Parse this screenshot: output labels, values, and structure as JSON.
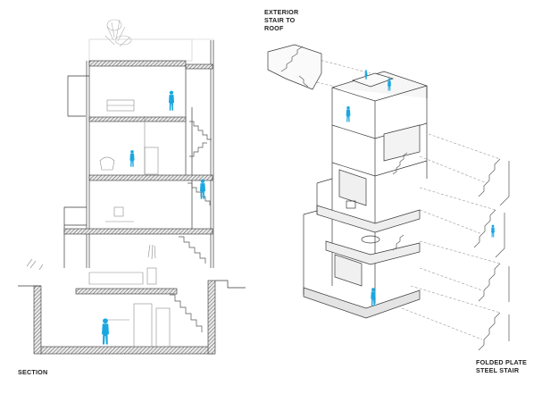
{
  "labels": {
    "exterior_stair_line1": "EXTERIOR",
    "exterior_stair_line2": "STAIR TO",
    "exterior_stair_line3": "ROOF",
    "section": "SECTION",
    "folded_stair_line1": "FOLDED PLATE",
    "folded_stair_line2": "STEEL STAIR"
  },
  "colors": {
    "figure": "#1aa7e0",
    "slab": "#6b6b6b",
    "line": "#3a3a3a",
    "light_line": "#9a9a9a",
    "hatch": "#555555"
  }
}
